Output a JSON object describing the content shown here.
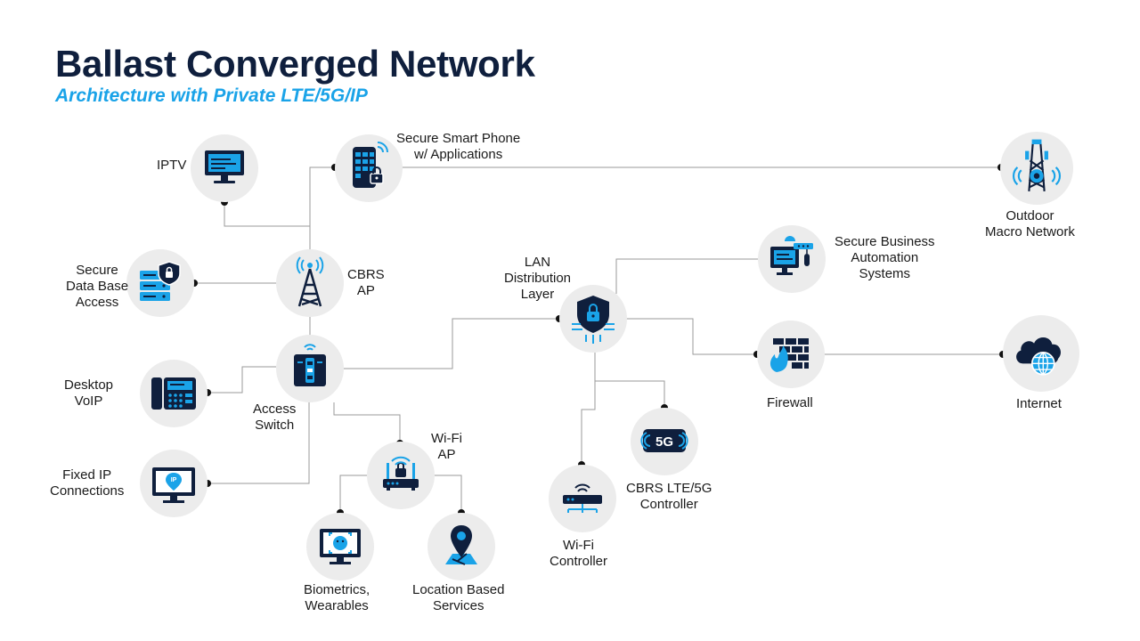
{
  "title": "Ballast Converged Network",
  "subtitle": "Architecture with Private LTE/5G/IP",
  "nodes": {
    "iptv": {
      "label": "IPTV",
      "icon": "monitor-icon"
    },
    "smartphone": {
      "label": "Secure Smart Phone\nw/ Applications",
      "icon": "smartphone-lock-icon"
    },
    "macro": {
      "label": "Outdoor\nMacro Network",
      "icon": "cell-tower-icon"
    },
    "database": {
      "label": "Secure\nData Base\nAccess",
      "icon": "database-shield-icon"
    },
    "cbrs_ap": {
      "label": "CBRS\nAP",
      "icon": "antenna-tower-icon"
    },
    "lan": {
      "label": "LAN\nDistribution\nLayer",
      "icon": "shield-lock-icon"
    },
    "automation": {
      "label": "Secure Business\nAutomation\nSystems",
      "icon": "automation-monitor-icon"
    },
    "voip": {
      "label": "Desktop\nVoIP",
      "icon": "desk-phone-icon"
    },
    "access_switch": {
      "label": "Access\nSwitch",
      "icon": "switch-icon"
    },
    "firewall": {
      "label": "Firewall",
      "icon": "firewall-icon"
    },
    "internet": {
      "label": "Internet",
      "icon": "cloud-globe-icon"
    },
    "fixed_ip": {
      "label": "Fixed IP\nConnections",
      "icon": "ip-monitor-icon"
    },
    "wifi_ap": {
      "label": "Wi-Fi\nAP",
      "icon": "wifi-router-icon"
    },
    "cbrs_5g": {
      "label": "CBRS LTE/5G\nController",
      "icon": "5g-icon"
    },
    "biometrics": {
      "label": "Biometrics,\nWearables",
      "icon": "face-scan-icon"
    },
    "location": {
      "label": "Location Based\nServices",
      "icon": "map-pin-icon"
    },
    "wifi_ctrl": {
      "label": "Wi-Fi\nController",
      "icon": "wifi-controller-icon"
    }
  },
  "badge_5g": "5G",
  "badge_ip": "IP",
  "colors": {
    "navy": "#0f1f3d",
    "accent": "#1aa3e8",
    "circle": "#ececec",
    "wire": "#9a9a9a"
  }
}
